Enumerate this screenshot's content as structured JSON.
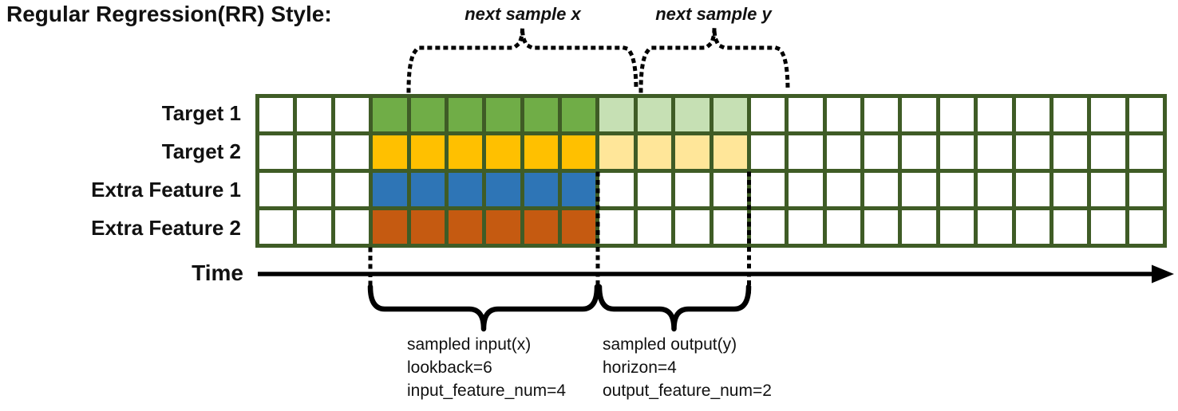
{
  "title": "Regular Regression(RR) Style:",
  "top_annotations": {
    "next_sample_x": "next sample x",
    "next_sample_y": "next sample y"
  },
  "colors": {
    "grid_border": "#3F5C26",
    "target1_solid": "#70AD47",
    "target1_light": "#C6E0B4",
    "target2_solid": "#FFC000",
    "target2_light": "#FFE699",
    "extra_feature1_solid": "#2E75B6",
    "extra_feature2_solid": "#C55A11",
    "annotation_stroke": "#000000"
  },
  "grid": {
    "columns": 24,
    "rows": [
      {
        "label": "Target 1",
        "segments": [
          {
            "count": 3,
            "color": "#FFFFFF"
          },
          {
            "count": 6,
            "color": "#70AD47"
          },
          {
            "count": 4,
            "color": "#C6E0B4"
          },
          {
            "count": 11,
            "color": "#FFFFFF"
          }
        ]
      },
      {
        "label": "Target 2",
        "segments": [
          {
            "count": 3,
            "color": "#FFFFFF"
          },
          {
            "count": 6,
            "color": "#FFC000"
          },
          {
            "count": 4,
            "color": "#FFE699"
          },
          {
            "count": 11,
            "color": "#FFFFFF"
          }
        ]
      },
      {
        "label": "Extra Feature 1",
        "segments": [
          {
            "count": 3,
            "color": "#FFFFFF"
          },
          {
            "count": 6,
            "color": "#2E75B6"
          },
          {
            "count": 15,
            "color": "#FFFFFF"
          }
        ]
      },
      {
        "label": "Extra Feature 2",
        "segments": [
          {
            "count": 3,
            "color": "#FFFFFF"
          },
          {
            "count": 6,
            "color": "#C55A11"
          },
          {
            "count": 15,
            "color": "#FFFFFF"
          }
        ]
      }
    ]
  },
  "time_axis": {
    "label": "Time"
  },
  "bottom_annotations": {
    "input": [
      "sampled input(x)",
      "lookback=6",
      "input_feature_num=4"
    ],
    "output": [
      "sampled output(y)",
      "horizon=4",
      "output_feature_num=2"
    ]
  }
}
